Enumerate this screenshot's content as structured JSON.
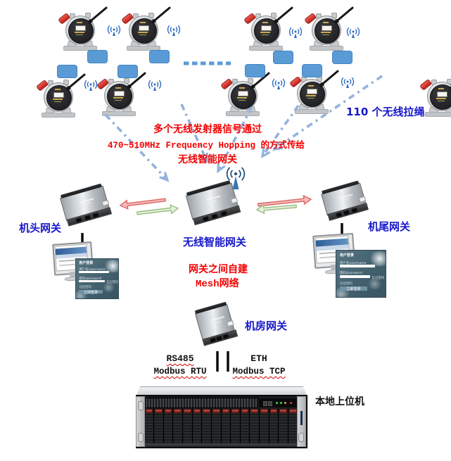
{
  "labels": {
    "sensors_count": "110 个无线拉绳",
    "red_note_line1": "多个无线发射器信号通过",
    "red_note_line2": "470~510MHz Frequency Hopping 的方式传给",
    "red_note_line3": "无线智能网关",
    "gateway_head": "机头网关",
    "gateway_center": "无线智能网关",
    "gateway_tail": "机尾网关",
    "mesh_line1": "网关之间自建",
    "mesh_line2": "Mesh网络",
    "gateway_room": "机房网关",
    "rs485_line1": "RS485",
    "rs485_line2": "Modbus RTU",
    "eth_line1": "ETH",
    "eth_line2": "Modbus TCP",
    "server": "本地上位机"
  },
  "login_screen": {
    "title": "用户登录",
    "username_label": "用户名/username",
    "password_label": "密码/password",
    "forgot": "忘记密码",
    "remember": "记住密码",
    "button": "立即登录"
  },
  "colors": {
    "label_blue": "#1717c9",
    "note_red": "#f40000",
    "tag_blue": "#5b9bd5",
    "dash_arrow_blue": "#93b2dd",
    "arrow_red": "#dd6a6a",
    "arrow_green": "#9cc083"
  }
}
